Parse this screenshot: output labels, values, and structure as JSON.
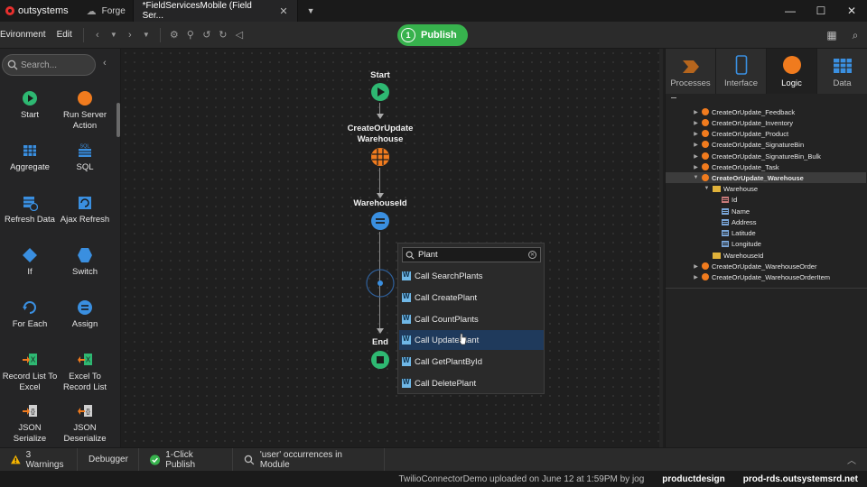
{
  "titlebar": {
    "logo_text": "outsystems",
    "tabs": [
      {
        "label": "Forge",
        "icon": "cloud-icon"
      },
      {
        "label": "*FieldServicesMobile (Field Ser...",
        "close": "✕"
      }
    ],
    "window_controls": [
      "—",
      "☐",
      "✕"
    ]
  },
  "menubar": {
    "items": [
      "Evironment",
      "Edit"
    ],
    "publish": {
      "step": "1",
      "label": "Publish",
      "color": "#37b24d"
    }
  },
  "toolbox": {
    "search_placeholder": "Search...",
    "tools": [
      {
        "label": "Start",
        "icon": "start-icon"
      },
      {
        "label": "Run Server Action",
        "icon": "run-server-action-icon"
      },
      {
        "label": "Aggregate",
        "icon": "aggregate-icon"
      },
      {
        "label": "SQL",
        "icon": "sql-icon"
      },
      {
        "label": "Refresh Data",
        "icon": "refresh-data-icon"
      },
      {
        "label": "Ajax Refresh",
        "icon": "ajax-refresh-icon"
      },
      {
        "label": "If",
        "icon": "if-icon"
      },
      {
        "label": "Switch",
        "icon": "switch-icon"
      },
      {
        "label": "For Each",
        "icon": "for-each-icon"
      },
      {
        "label": "Assign",
        "icon": "assign-icon"
      },
      {
        "label": "Record List To Excel",
        "icon": "record-list-to-excel-icon"
      },
      {
        "label": "Excel To Record List",
        "icon": "excel-to-record-list-icon"
      },
      {
        "label": "JSON Serialize",
        "icon": "json-serialize-icon"
      },
      {
        "label": "JSON Deserialize",
        "icon": "json-deserialize-icon"
      }
    ]
  },
  "canvas": {
    "nodes": [
      {
        "label": "Start"
      },
      {
        "label": "CreateOrUpdate Warehouse"
      },
      {
        "label": "WarehouseId"
      },
      {
        "label": "End"
      }
    ]
  },
  "popup": {
    "query": "Plant",
    "items": [
      {
        "label": "Call SearchPlants",
        "selected": false
      },
      {
        "label": "Call CreatePlant",
        "selected": false
      },
      {
        "label": "Call CountPlants",
        "selected": false
      },
      {
        "label": "Call UpdatePlant",
        "selected": true
      },
      {
        "label": "Call GetPlantById",
        "selected": false
      },
      {
        "label": "Call DeletePlant",
        "selected": false
      }
    ]
  },
  "rightpanel": {
    "tabs": [
      {
        "label": "Processes",
        "active": false
      },
      {
        "label": "Interface",
        "active": false
      },
      {
        "label": "Logic",
        "active": true
      },
      {
        "label": "Data",
        "active": false
      }
    ],
    "tree": [
      {
        "label": "CreateOrUpdate_Feedback",
        "type": "action",
        "expand": "▶",
        "selected": false
      },
      {
        "label": "CreateOrUpdate_Inventory",
        "type": "action",
        "expand": "▶",
        "selected": false
      },
      {
        "label": "CreateOrUpdate_Product",
        "type": "action",
        "expand": "▶",
        "selected": false
      },
      {
        "label": "CreateOrUpdate_SignatureBin",
        "type": "action",
        "expand": "▶",
        "selected": false
      },
      {
        "label": "CreateOrUpdate_SignatureBin_Bulk",
        "type": "action",
        "expand": "▶",
        "selected": false
      },
      {
        "label": "CreateOrUpdate_Task",
        "type": "action",
        "expand": "▶",
        "selected": false
      },
      {
        "label": "CreateOrUpdate_Warehouse",
        "type": "action",
        "expand": "▼",
        "selected": true
      },
      {
        "label": "Warehouse",
        "type": "entity",
        "expand": "▼",
        "selected": false
      },
      {
        "label": "Id",
        "type": "key",
        "expand": "",
        "selected": false
      },
      {
        "label": "Name",
        "type": "attr",
        "expand": "",
        "selected": false
      },
      {
        "label": "Address",
        "type": "attr",
        "expand": "",
        "selected": false
      },
      {
        "label": "Latitude",
        "type": "attr",
        "expand": "",
        "selected": false
      },
      {
        "label": "Longitude",
        "type": "attr",
        "expand": "",
        "selected": false
      },
      {
        "label": "WarehouseId",
        "type": "entity",
        "expand": "",
        "selected": false
      },
      {
        "label": "CreateOrUpdate_WarehouseOrder",
        "type": "action",
        "expand": "▶",
        "selected": false
      },
      {
        "label": "CreateOrUpdate_WarehouseOrderItem",
        "type": "action",
        "expand": "▶",
        "selected": false
      }
    ]
  },
  "bottombar": {
    "warnings": "3 Warnings",
    "debugger": "Debugger",
    "one_click": "1-Click Publish",
    "occurrences": "'user' occurrences in Module"
  },
  "statusbar": {
    "message": "TwilioConnectorDemo uploaded on June 12 at 1:59PM by jog",
    "user": "productdesign",
    "server": "prod-rds.outsystemsrd.net"
  }
}
